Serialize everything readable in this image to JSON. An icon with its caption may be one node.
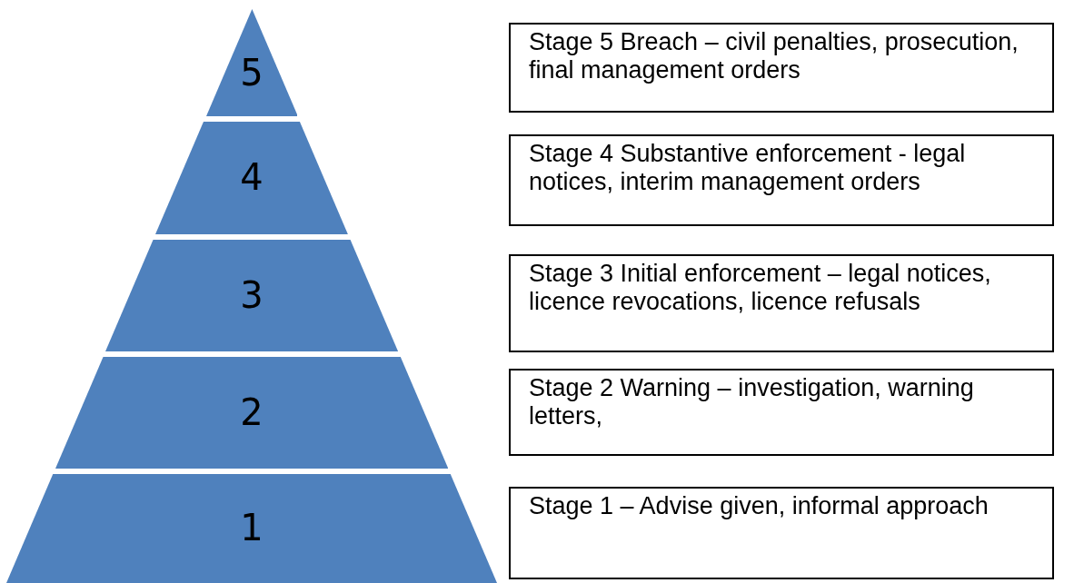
{
  "diagram": {
    "nodes": [
      {
        "text": [
          "5"
        ]
      },
      {
        "text": [
          "Stage 5 Breach – civil penalties, prosecution, final management orders"
        ]
      },
      {
        "text": [
          "4"
        ]
      },
      {
        "text": [
          "Stage 4 Substantive enforcement - legal notices, interim management orders"
        ]
      },
      {
        "text": [
          "3"
        ]
      },
      {
        "text": [
          "Stage 3 Initial enforcement – legal notices, licence revocations, licence refusals"
        ]
      },
      {
        "text": [
          "2"
        ]
      },
      {
        "text": [
          "Stage 2 Warning – investigation, warning letters,"
        ]
      },
      {
        "text": [
          "1"
        ]
      },
      {
        "text": [
          "Stage 1 – Advise given, informal approach"
        ]
      }
    ]
  }
}
